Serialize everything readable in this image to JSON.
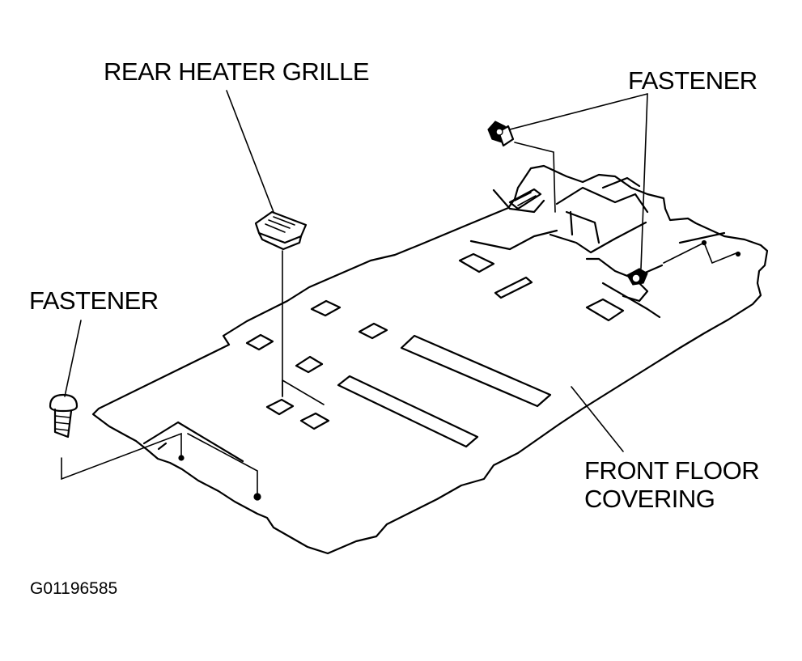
{
  "labels": {
    "rear_heater_grille": "REAR HEATER GRILLE",
    "fastener_top": "FASTENER",
    "fastener_left": "FASTENER",
    "front_floor_covering_line1": "FRONT FLOOR",
    "front_floor_covering_line2": "COVERING",
    "figure_id": "G01196585"
  }
}
